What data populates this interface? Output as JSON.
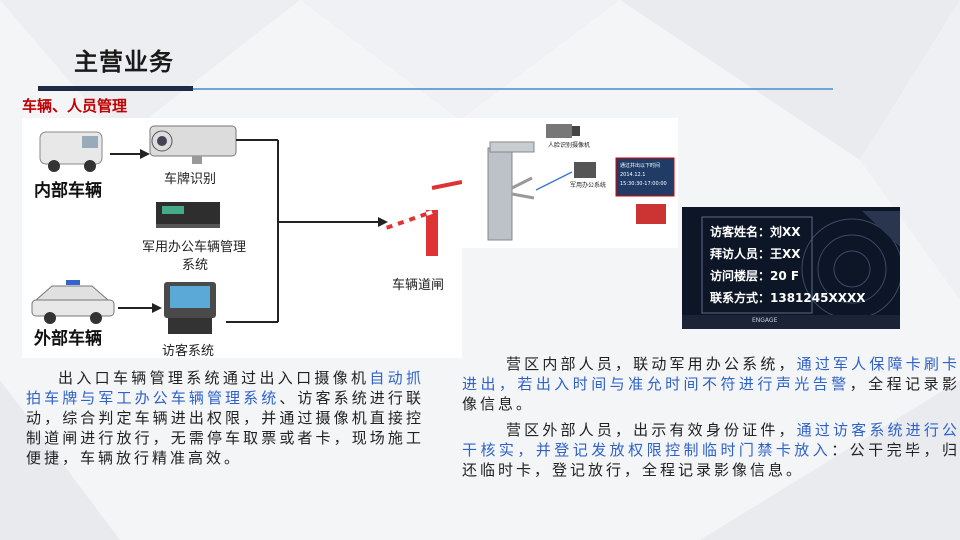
{
  "page": {
    "title": "主营业务"
  },
  "section": {
    "heading": "车辆、人员管理"
  },
  "diagram": {
    "internal_vehicle": "内部车辆",
    "external_vehicle": "外部车辆",
    "plate_recognition": "车牌识别",
    "mil_vehicle_system_l1": "军用办公车辆管理",
    "mil_vehicle_system_l2": "系统",
    "visitor_system": "访客系统",
    "vehicle_gate": "车辆道闸"
  },
  "photo1": {
    "face_camera": "人脸识别摄像机",
    "mil_office_system": "军用办公系统",
    "screen_text_1": "通过并出以下时间",
    "screen_text_2": "2014.12.1",
    "screen_text_3": "15:30:30-17:00:00"
  },
  "visitor_screen": {
    "lines": [
      "访客姓名：刘XX",
      "拜访人员：王XX",
      "访问楼层：20 F",
      "联系方式：1381245XXXX"
    ],
    "footer": "ENGAGE"
  },
  "paragraph_left": {
    "p1": "出入口车辆管理系统通过出入口摄像机",
    "hl1": "自动抓拍车牌与军工办公车辆管理系统",
    "p2": "、访客系统进行联动，综合判定车辆进出权限，并通过摄像机直接控制道闸进行放行，无需停车取票或者卡，现场施工便捷，车辆放行精准高效。"
  },
  "paragraph_right_1": {
    "p1": "营区内部人员，联动军用办公系统，",
    "hl1": "通过军人保障卡刷卡进出，若出入时间与准允时间不符进行声光告警",
    "p2": "，全程记录影像信息。"
  },
  "paragraph_right_2": {
    "p1": "营区外部人员，出示有效身份证件，",
    "hl1": "通过访客系统进行公干核实，并登记发放权限控制临时门禁卡放入",
    "p2": "：公干完毕，归还临时卡，登记放行，全程记录影像信息。"
  },
  "colors": {
    "accent_red": "#c00000",
    "accent_blue": "#2f62c8",
    "bar_dark": "#1f2a44",
    "bar_blue": "#6fa3dc"
  }
}
